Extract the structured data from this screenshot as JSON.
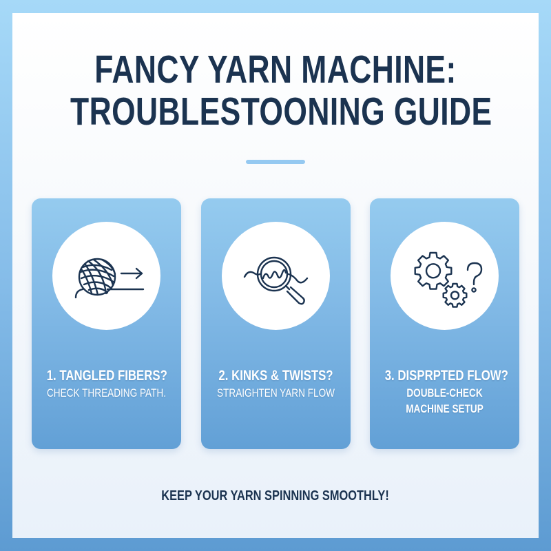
{
  "title": {
    "line1": "FANCY YARN MACHINE:",
    "line2": "TROUBLESTOONING GUIDE"
  },
  "cards": [
    {
      "icon": "yarn-ball-arrow-icon",
      "heading": "1. TANGLED FIBERS?",
      "subtext": [
        "CHECK THREADING PATH."
      ]
    },
    {
      "icon": "magnifier-wavy-yarn-icon",
      "heading": "2. KINKS & TWISTS?",
      "subtext": [
        "STRAIGHTEN YARN FLOW"
      ]
    },
    {
      "icon": "gears-question-icon",
      "heading": "3. DISPRPTED FLOW?",
      "subtext": [
        "DOUBLE-CHECK",
        "MACHINE SETUP"
      ]
    }
  ],
  "footer": {
    "text": "KEEP YOUR YARN SPINNING SMOOTHLY!"
  },
  "colors": {
    "title_text": "#1b3350",
    "icon_stroke": "#1b3350",
    "card_top": "#95cbef",
    "card_bottom": "#62a0d6",
    "divider": "#95c9f1",
    "background_top": "#a6d9f8",
    "background_bottom": "#5d9bd2"
  }
}
